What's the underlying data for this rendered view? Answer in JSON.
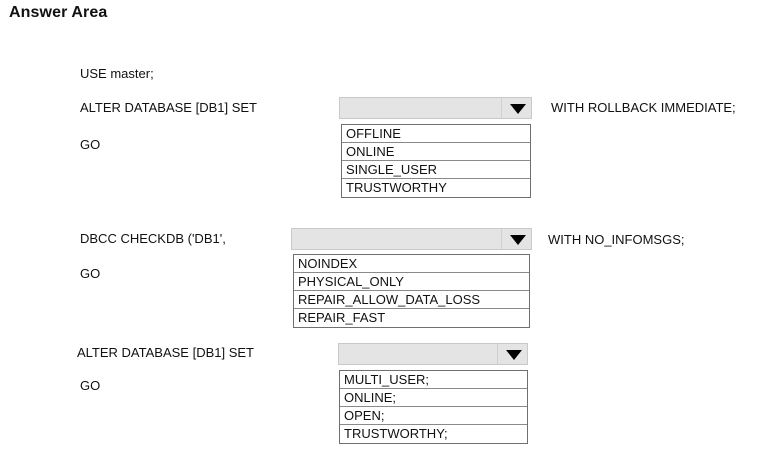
{
  "heading": "Answer Area",
  "block1": {
    "line_use": "USE master;",
    "line_alter": "ALTER DATABASE [DB1] SET",
    "line_go": "GO",
    "suffix": "WITH ROLLBACK IMMEDIATE;",
    "dropdown_value": "",
    "options": [
      "OFFLINE",
      "ONLINE",
      "SINGLE_USER",
      "TRUSTWORTHY"
    ]
  },
  "block2": {
    "line_dbcc": "DBCC CHECKDB ('DB1',",
    "line_go": "GO",
    "suffix": "WITH NO_INFOMSGS;",
    "dropdown_value": "",
    "options": [
      "NOINDEX",
      "PHYSICAL_ONLY",
      "REPAIR_ALLOW_DATA_LOSS",
      "REPAIR_FAST"
    ]
  },
  "block3": {
    "line_alter": "ALTER DATABASE [DB1] SET",
    "line_go": "GO",
    "dropdown_value": "",
    "options": [
      "MULTI_USER;",
      "ONLINE;",
      "OPEN;",
      "TRUSTWORTHY;"
    ]
  }
}
